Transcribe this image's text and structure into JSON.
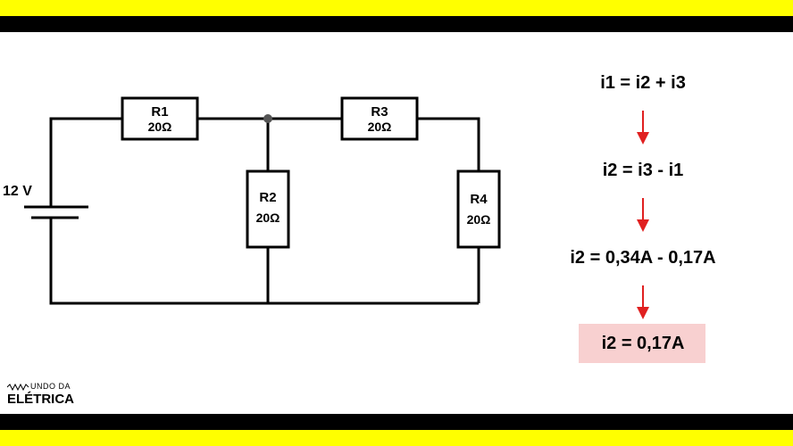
{
  "circuit": {
    "source": {
      "label": "12 V"
    },
    "resistors": [
      {
        "name": "R1",
        "value": "20Ω"
      },
      {
        "name": "R2",
        "value": "20Ω"
      },
      {
        "name": "R3",
        "value": "20Ω"
      },
      {
        "name": "R4",
        "value": "20Ω"
      }
    ]
  },
  "equations": [
    "i1 = i2 + i3",
    "i2 = i3 - i1",
    "i2 = 0,34A - 0,17A",
    "i2 = 0,17A"
  ],
  "logo": {
    "line1": "UNDO DA",
    "line2": "ELÉTRICA"
  },
  "colors": {
    "band_yellow": "#ffff00",
    "band_black": "#000000",
    "arrow_red": "#e02020",
    "result_highlight": "#f8d0d0"
  }
}
